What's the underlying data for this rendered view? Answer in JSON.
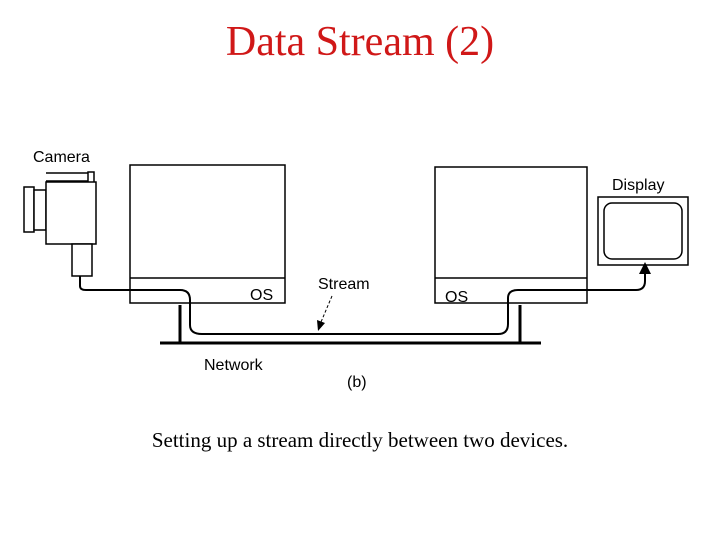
{
  "title": "Data Stream (2)",
  "labels": {
    "camera": "Camera",
    "display": "Display",
    "os_left": "OS",
    "os_right": "OS",
    "stream": "Stream",
    "network": "Network",
    "sub_label": "(b)"
  },
  "caption": "Setting up a stream directly between two devices.",
  "colors": {
    "title": "#d01818",
    "line": "#000000"
  }
}
